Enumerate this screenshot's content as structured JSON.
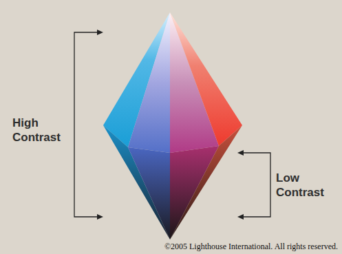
{
  "diagram": {
    "labels": [
      "High Contrast",
      "Low Contrast",
      "©2005 Lighthouse International. All rights reserved."
    ]
  }
}
